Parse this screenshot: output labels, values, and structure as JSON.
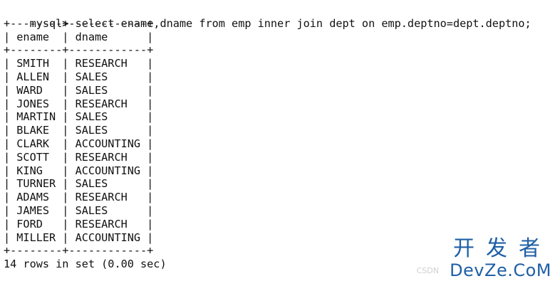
{
  "terminal": {
    "prompt": "mysql>",
    "query": "select ename,dname from emp inner join dept on emp.deptno=dept.deptno;",
    "table": {
      "border": "+--------+------------+",
      "columns": [
        "ename",
        "dname"
      ],
      "rows": [
        [
          "SMITH",
          "RESEARCH"
        ],
        [
          "ALLEN",
          "SALES"
        ],
        [
          "WARD",
          "SALES"
        ],
        [
          "JONES",
          "RESEARCH"
        ],
        [
          "MARTIN",
          "SALES"
        ],
        [
          "BLAKE",
          "SALES"
        ],
        [
          "CLARK",
          "ACCOUNTING"
        ],
        [
          "SCOTT",
          "RESEARCH"
        ],
        [
          "KING",
          "ACCOUNTING"
        ],
        [
          "TURNER",
          "SALES"
        ],
        [
          "ADAMS",
          "RESEARCH"
        ],
        [
          "JAMES",
          "SALES"
        ],
        [
          "FORD",
          "RESEARCH"
        ],
        [
          "MILLER",
          "ACCOUNTING"
        ]
      ]
    },
    "status": "14 rows in set (0.00 sec)"
  },
  "watermark": {
    "title_cn": "开发者",
    "site": "DevZe.CoM",
    "faint_text": "CSDN"
  }
}
